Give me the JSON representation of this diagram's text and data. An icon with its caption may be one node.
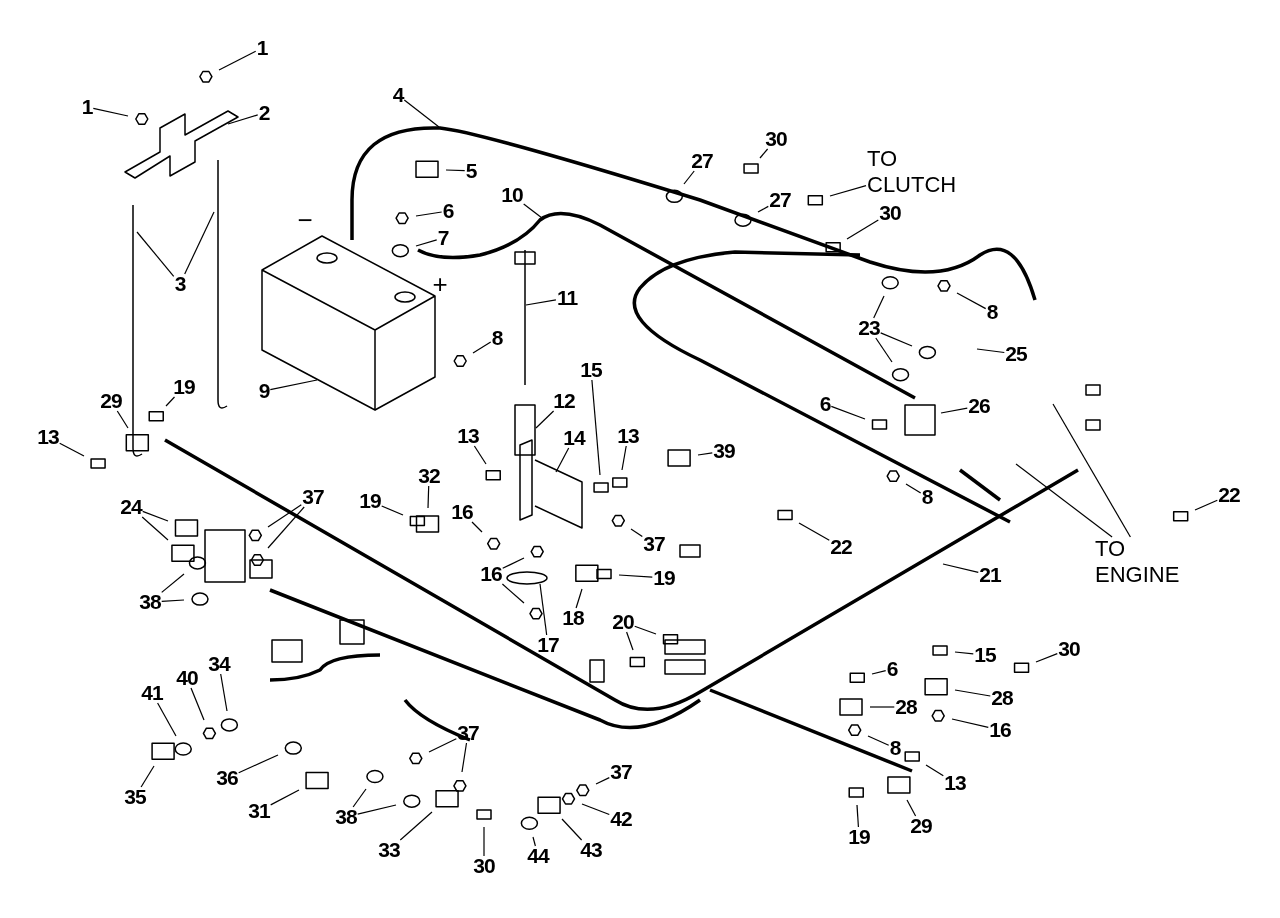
{
  "diagram": {
    "nodes": [
      {
        "text": [
          "1"
        ]
      },
      {
        "text": [
          "1"
        ]
      },
      {
        "text": [
          "2"
        ]
      },
      {
        "text": [
          "4"
        ]
      },
      {
        "text": [
          "5"
        ]
      },
      {
        "text": [
          "10"
        ]
      },
      {
        "text": [
          "6"
        ]
      },
      {
        "text": [
          "7"
        ]
      },
      {
        "text": [
          "27"
        ]
      },
      {
        "text": [
          "30"
        ]
      },
      {
        "text": [
          "27"
        ]
      },
      {
        "text": [
          "TO CLUTCH"
        ]
      },
      {
        "text": [
          "30"
        ]
      },
      {
        "text": [
          "3"
        ]
      },
      {
        "text": [
          "11"
        ]
      },
      {
        "text": [
          "8"
        ]
      },
      {
        "text": [
          "8"
        ]
      },
      {
        "text": [
          "23"
        ]
      },
      {
        "text": [
          "25"
        ]
      },
      {
        "text": [
          "15"
        ]
      },
      {
        "text": [
          "9"
        ]
      },
      {
        "text": [
          "29"
        ]
      },
      {
        "text": [
          "19"
        ]
      },
      {
        "text": [
          "12"
        ]
      },
      {
        "text": [
          "6"
        ]
      },
      {
        "text": [
          "26"
        ]
      },
      {
        "text": [
          "13"
        ]
      },
      {
        "text": [
          "14"
        ]
      },
      {
        "text": [
          "13"
        ]
      },
      {
        "text": [
          "13"
        ]
      },
      {
        "text": [
          "39"
        ]
      },
      {
        "text": [
          "32"
        ]
      },
      {
        "text": [
          "8"
        ]
      },
      {
        "text": [
          "22"
        ]
      },
      {
        "text": [
          "37"
        ]
      },
      {
        "text": [
          "19"
        ]
      },
      {
        "text": [
          "16"
        ]
      },
      {
        "text": [
          "24"
        ]
      },
      {
        "text": [
          "TO ENGINE"
        ]
      },
      {
        "text": [
          "22"
        ]
      },
      {
        "text": [
          "37"
        ]
      },
      {
        "text": [
          "16"
        ]
      },
      {
        "text": [
          "21"
        ]
      },
      {
        "text": [
          "19"
        ]
      },
      {
        "text": [
          "38"
        ]
      },
      {
        "text": [
          "20"
        ]
      },
      {
        "text": [
          "18"
        ]
      },
      {
        "text": [
          "17"
        ]
      },
      {
        "text": [
          "30"
        ]
      },
      {
        "text": [
          "34"
        ]
      },
      {
        "text": [
          "40"
        ]
      },
      {
        "text": [
          "15"
        ]
      },
      {
        "text": [
          "6"
        ]
      },
      {
        "text": [
          "41"
        ]
      },
      {
        "text": [
          "28"
        ]
      },
      {
        "text": [
          "28"
        ]
      },
      {
        "text": [
          "16"
        ]
      },
      {
        "text": [
          "37"
        ]
      },
      {
        "text": [
          "8"
        ]
      },
      {
        "text": [
          "36"
        ]
      },
      {
        "text": [
          "37"
        ]
      },
      {
        "text": [
          "13"
        ]
      },
      {
        "text": [
          "35"
        ]
      },
      {
        "text": [
          "31"
        ]
      },
      {
        "text": [
          "38"
        ]
      },
      {
        "text": [
          "42"
        ]
      },
      {
        "text": [
          "29"
        ]
      },
      {
        "text": [
          "19"
        ]
      },
      {
        "text": [
          "33"
        ]
      },
      {
        "text": [
          "43"
        ]
      },
      {
        "text": [
          "44"
        ]
      },
      {
        "text": [
          "30"
        ]
      }
    ],
    "edges": [
      {
        "from": 0,
        "to": null,
        "arrow": "none"
      },
      {
        "from": 1,
        "to": null,
        "arrow": "none"
      },
      {
        "from": 2,
        "to": null,
        "arrow": "none"
      },
      {
        "from": 3,
        "to": null,
        "arrow": "none"
      },
      {
        "from": 4,
        "to": null,
        "arrow": "none"
      },
      {
        "from": 5,
        "to": null,
        "arrow": "none"
      },
      {
        "from": 6,
        "to": null,
        "arrow": "none"
      },
      {
        "from": 7,
        "to": null,
        "arrow": "none"
      },
      {
        "from": 8,
        "to": null,
        "arrow": "none"
      },
      {
        "from": 9,
        "to": null,
        "arrow": "none"
      },
      {
        "from": 10,
        "to": null,
        "arrow": "none"
      },
      {
        "from": 11,
        "to": null,
        "arrow": "none"
      },
      {
        "from": 12,
        "to": null,
        "arrow": "none"
      },
      {
        "from": 13,
        "to": null,
        "arrow": "none"
      },
      {
        "from": 13,
        "to": null,
        "arrow": "none"
      },
      {
        "from": 14,
        "to": null,
        "arrow": "none"
      },
      {
        "from": 15,
        "to": null,
        "arrow": "none"
      },
      {
        "from": 16,
        "to": null,
        "arrow": "none"
      },
      {
        "from": 17,
        "to": null,
        "arrow": "none"
      },
      {
        "from": 17,
        "to": null,
        "arrow": "none"
      },
      {
        "from": 17,
        "to": null,
        "arrow": "none"
      },
      {
        "from": 18,
        "to": null,
        "arrow": "none"
      },
      {
        "from": 19,
        "to": null,
        "arrow": "none"
      },
      {
        "from": 20,
        "to": null,
        "arrow": "none"
      },
      {
        "from": 21,
        "to": null,
        "arrow": "none"
      },
      {
        "from": 22,
        "to": null,
        "arrow": "none"
      },
      {
        "from": 23,
        "to": null,
        "arrow": "none"
      },
      {
        "from": 24,
        "to": null,
        "arrow": "none"
      },
      {
        "from": 25,
        "to": null,
        "arrow": "none"
      },
      {
        "from": 26,
        "to": null,
        "arrow": "none"
      },
      {
        "from": 27,
        "to": null,
        "arrow": "none"
      },
      {
        "from": 28,
        "to": null,
        "arrow": "none"
      },
      {
        "from": 29,
        "to": null,
        "arrow": "none"
      },
      {
        "from": 30,
        "to": null,
        "arrow": "none"
      },
      {
        "from": 31,
        "to": null,
        "arrow": "none"
      },
      {
        "from": 32,
        "to": null,
        "arrow": "none"
      },
      {
        "from": 33,
        "to": null,
        "arrow": "none"
      },
      {
        "from": 34,
        "to": null,
        "arrow": "none"
      },
      {
        "from": 34,
        "to": null,
        "arrow": "none"
      },
      {
        "from": 35,
        "to": null,
        "arrow": "none"
      },
      {
        "from": 36,
        "to": null,
        "arrow": "none"
      },
      {
        "from": 37,
        "to": null,
        "arrow": "none"
      },
      {
        "from": 37,
        "to": null,
        "arrow": "none"
      },
      {
        "from": 38,
        "to": null,
        "arrow": "none"
      },
      {
        "from": 38,
        "to": null,
        "arrow": "none"
      },
      {
        "from": 39,
        "to": null,
        "arrow": "none"
      },
      {
        "from": 40,
        "to": null,
        "arrow": "none"
      },
      {
        "from": 41,
        "to": null,
        "arrow": "none"
      },
      {
        "from": 41,
        "to": null,
        "arrow": "none"
      },
      {
        "from": 42,
        "to": null,
        "arrow": "none"
      },
      {
        "from": 43,
        "to": null,
        "arrow": "none"
      },
      {
        "from": 44,
        "to": null,
        "arrow": "none"
      },
      {
        "from": 44,
        "to": null,
        "arrow": "none"
      },
      {
        "from": 45,
        "to": null,
        "arrow": "none"
      },
      {
        "from": 45,
        "to": null,
        "arrow": "none"
      },
      {
        "from": 46,
        "to": null,
        "arrow": "none"
      },
      {
        "from": 47,
        "to": null,
        "arrow": "none"
      },
      {
        "from": 48,
        "to": null,
        "arrow": "none"
      },
      {
        "from": 49,
        "to": null,
        "arrow": "none"
      },
      {
        "from": 50,
        "to": null,
        "arrow": "none"
      },
      {
        "from": 51,
        "to": null,
        "arrow": "none"
      },
      {
        "from": 52,
        "to": null,
        "arrow": "none"
      },
      {
        "from": 53,
        "to": null,
        "arrow": "none"
      },
      {
        "from": 54,
        "to": null,
        "arrow": "none"
      },
      {
        "from": 55,
        "to": null,
        "arrow": "none"
      },
      {
        "from": 56,
        "to": null,
        "arrow": "none"
      },
      {
        "from": 57,
        "to": null,
        "arrow": "none"
      },
      {
        "from": 57,
        "to": null,
        "arrow": "none"
      },
      {
        "from": 58,
        "to": null,
        "arrow": "none"
      },
      {
        "from": 59,
        "to": null,
        "arrow": "none"
      },
      {
        "from": 60,
        "to": null,
        "arrow": "none"
      },
      {
        "from": 61,
        "to": null,
        "arrow": "none"
      },
      {
        "from": 62,
        "to": null,
        "arrow": "none"
      },
      {
        "from": 63,
        "to": null,
        "arrow": "none"
      },
      {
        "from": 64,
        "to": null,
        "arrow": "none"
      },
      {
        "from": 64,
        "to": null,
        "arrow": "none"
      },
      {
        "from": 65,
        "to": null,
        "arrow": "none"
      },
      {
        "from": 66,
        "to": null,
        "arrow": "none"
      },
      {
        "from": 67,
        "to": null,
        "arrow": "none"
      },
      {
        "from": 68,
        "to": null,
        "arrow": "none"
      },
      {
        "from": 69,
        "to": null,
        "arrow": "none"
      },
      {
        "from": 70,
        "to": null,
        "arrow": "none"
      },
      {
        "from": 71,
        "to": null,
        "arrow": "none"
      }
    ],
    "labels": [
      "−",
      "+"
    ]
  }
}
